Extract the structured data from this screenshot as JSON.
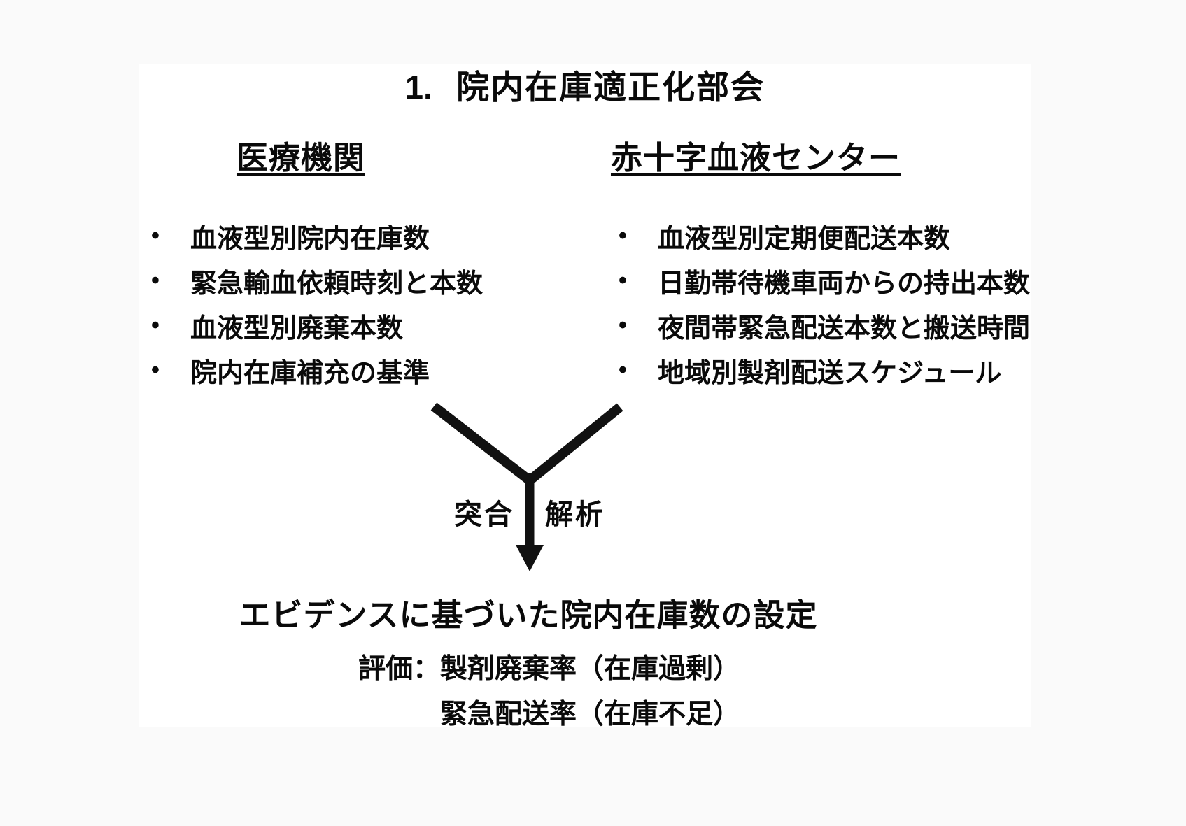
{
  "page": {
    "background": "#fafafa",
    "panel_background": "#ffffff",
    "text_color": "#0a0a0a"
  },
  "glyphs": {
    "bullet": "•"
  },
  "title": {
    "number": "1.",
    "text": "院内在庫適正化部会"
  },
  "columns": {
    "left": {
      "heading": "医療機関",
      "bullets": [
        "血液型別院内在庫数",
        "緊急輸血依頼時刻と本数",
        "血液型別廃棄本数",
        "院内在庫補充の基準"
      ]
    },
    "right": {
      "heading": "赤十字血液センター",
      "bullets": [
        "血液型別定期便配送本数",
        "日勤帯待機車両からの持出本数",
        "夜間帯緊急配送本数と搬送時間",
        "地域別製剤配送スケジュール"
      ]
    }
  },
  "merge": {
    "left_label": "突合",
    "right_label": "解析",
    "arrow_color": "#111111"
  },
  "result": {
    "heading": "エビデンスに基づいた院内在庫数の設定",
    "evaluation_label": "評価：",
    "evaluation_items": [
      "製剤廃棄率（在庫過剰）",
      "緊急配送率（在庫不足）"
    ]
  }
}
